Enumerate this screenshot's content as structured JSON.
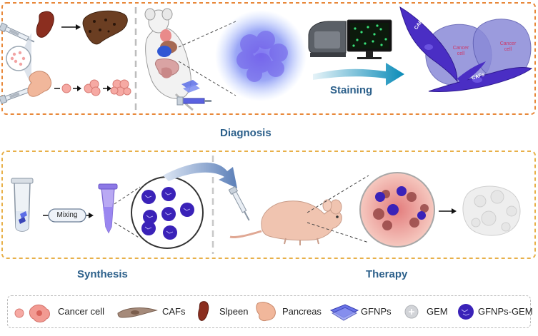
{
  "sections": {
    "diagnosis": "Diagnosis",
    "synthesis": "Synthesis",
    "therapy": "Therapy",
    "staining": "Staining",
    "mixing": "Mixing"
  },
  "cell_labels": {
    "cafs": "CAFs",
    "cancer_cell": "Cancer cell"
  },
  "legend": {
    "items": [
      {
        "label": "Cancer cell",
        "icon": "cancer-cell-icon"
      },
      {
        "label": "CAFs",
        "icon": "caf-icon"
      },
      {
        "label": "Slpeen",
        "icon": "spleen-icon"
      },
      {
        "label": "Pancreas",
        "icon": "pancreas-icon"
      },
      {
        "label": "GFNPs",
        "icon": "gfnp-sheet-icon"
      },
      {
        "label": "GEM",
        "icon": "gem-icon"
      },
      {
        "label": "GFNPs-GEM",
        "icon": "gfnps-gem-icon"
      }
    ]
  },
  "colors": {
    "diagnosis_border": "#e8883a",
    "lower_border": "#e8b04a",
    "title_blue": "#2b5f8a",
    "caf_purple": "#4a2ec4",
    "cancer_purple": "#8a8ad8"
  }
}
